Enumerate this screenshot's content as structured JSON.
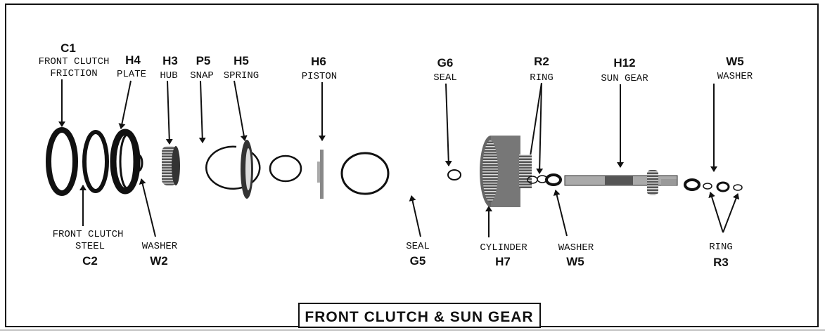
{
  "title": "FRONT CLUTCH & SUN GEAR",
  "parts": {
    "c1": {
      "code": "C1",
      "line1": "FRONT CLUTCH",
      "line2": "FRICTION"
    },
    "h4": {
      "code": "H4",
      "name": "PLATE"
    },
    "h3": {
      "code": "H3",
      "name": "HUB"
    },
    "p5": {
      "code": "P5",
      "name": "SNAP"
    },
    "h5": {
      "code": "H5",
      "name": "SPRING"
    },
    "h6": {
      "code": "H6",
      "name": "PISTON"
    },
    "g6": {
      "code": "G6",
      "name": "SEAL"
    },
    "r2": {
      "code": "R2",
      "name": "RING"
    },
    "h12": {
      "code": "H12",
      "name": "SUN GEAR"
    },
    "w5_top": {
      "code": "W5",
      "name": "WASHER"
    },
    "c2": {
      "code": "C2",
      "line1": "FRONT CLUTCH",
      "line2": "STEEL"
    },
    "w2": {
      "code": "W2",
      "name": "WASHER"
    },
    "g5": {
      "code": "G5",
      "name": "SEAL"
    },
    "h7": {
      "code": "H7",
      "name": "CYLINDER"
    },
    "w5_bottom": {
      "code": "W5",
      "name": "WASHER"
    },
    "r3": {
      "code": "R3",
      "name": "RING"
    }
  }
}
